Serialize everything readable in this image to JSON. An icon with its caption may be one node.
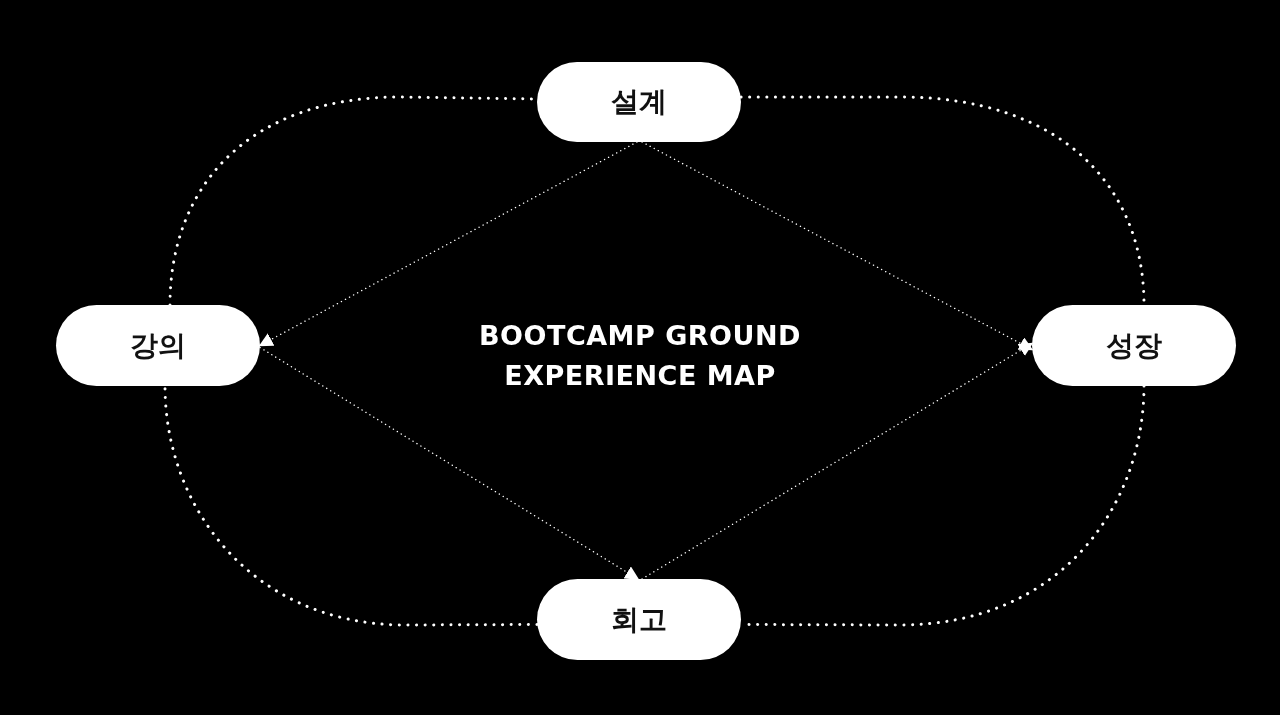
{
  "diagram": {
    "title": "BOOTCAMP GROUND EXPERIENCE MAP",
    "nodes": [
      {
        "text": [
          "설계"
        ]
      },
      {
        "text": [
          "강의"
        ]
      },
      {
        "text": [
          "성장"
        ]
      },
      {
        "text": [
          "회고"
        ]
      }
    ],
    "edges": [
      {
        "from": 0,
        "to": 1,
        "arrow": "to",
        "style": "dashed"
      },
      {
        "from": 0,
        "to": 2,
        "arrow": "to",
        "style": "dashed"
      },
      {
        "from": 1,
        "to": 3,
        "arrow": "to",
        "style": "dashed"
      },
      {
        "from": 3,
        "to": 2,
        "arrow": "to",
        "style": "dashed"
      },
      {
        "from": 0,
        "to": 2,
        "arrow": "none",
        "style": "dashed"
      },
      {
        "from": 2,
        "to": 3,
        "arrow": "none",
        "style": "dashed"
      },
      {
        "from": 3,
        "to": 1,
        "arrow": "none",
        "style": "dashed"
      },
      {
        "from": 1,
        "to": 0,
        "arrow": "none",
        "style": "dashed"
      }
    ]
  }
}
